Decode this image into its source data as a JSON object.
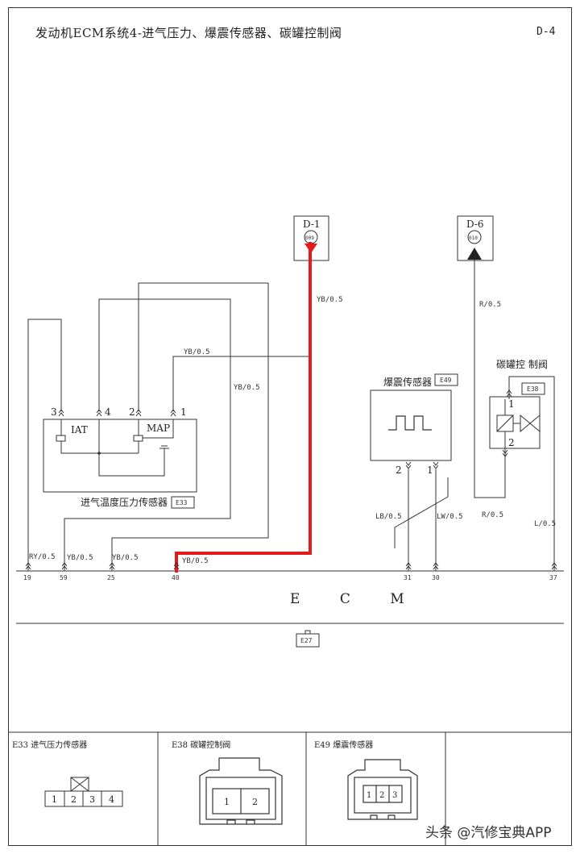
{
  "title": "发动机ECM系统4-进气压力、爆震传感器、碳罐控制阀",
  "page_code": "D-4",
  "ref_d1": {
    "label": "D-1",
    "code": "009"
  },
  "ref_d6": {
    "label": "D-6",
    "code": "010"
  },
  "wires": {
    "yb_red": "YB/0.5",
    "yb_map": "YB/0.5",
    "yb_25": "YB/0.5",
    "r_d6": "R/0.5",
    "ry_19": "RY/0.5",
    "yb_59": "YB/0.5",
    "yb_25b": "YB/0.5",
    "yb_40": "YB/0.5",
    "lb": "LB/0.5",
    "lw": "LW/0.5",
    "r_ecm": "R/0.5",
    "l_37": "L/0.5"
  },
  "map_sensor": {
    "name": "进气温度压力传感器",
    "connector": "E33",
    "iat": "IAT",
    "map": "MAP",
    "pins": [
      "3",
      "4",
      "2",
      "1"
    ]
  },
  "knock_sensor": {
    "name": "爆震传感器",
    "connector": "E49",
    "pins": [
      "2",
      "1"
    ]
  },
  "canister_valve": {
    "name": "碳罐控 制阀",
    "connector": "E38",
    "pins": [
      "1",
      "2"
    ]
  },
  "ecm": {
    "label": "E C M",
    "connector": "E27",
    "pins": [
      "19",
      "59",
      "25",
      "40",
      "31",
      "30",
      "37"
    ]
  },
  "panels": [
    {
      "title": "E33 进气压力传感器",
      "pins": [
        "1",
        "2",
        "3",
        "4"
      ]
    },
    {
      "title": "E38 碳罐控制阀",
      "pins": [
        "1",
        "2"
      ]
    },
    {
      "title": "E49 爆震传感器",
      "pins": [
        "1",
        "2",
        "3"
      ]
    }
  ],
  "watermark": "头条 @汽修宝典APP",
  "colors": {
    "highlight_wire": "#e31b1b",
    "line": "#333333"
  }
}
